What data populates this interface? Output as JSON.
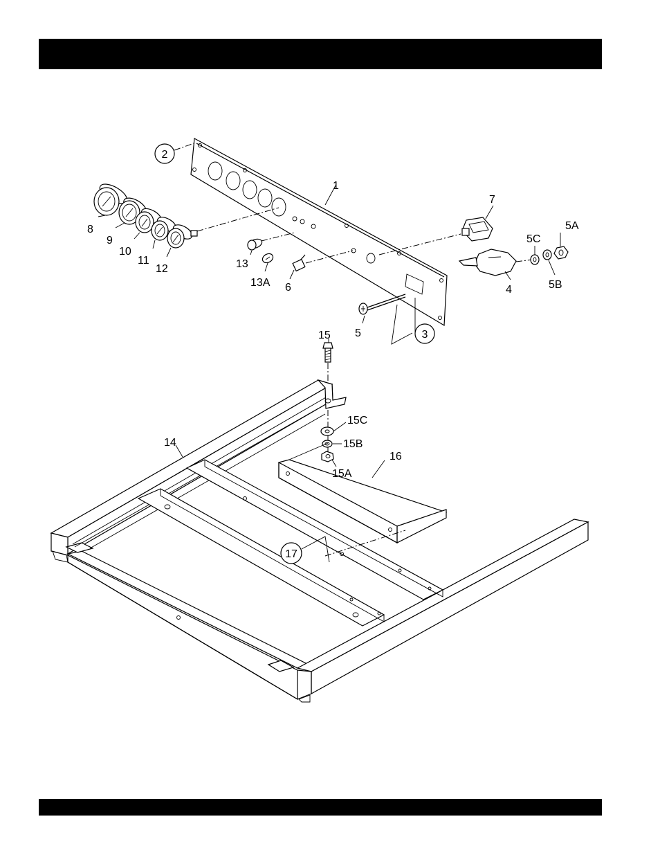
{
  "header": {
    "title": ""
  },
  "footer": {
    "text": ""
  },
  "callouts": {
    "c1": "1",
    "c2": "2",
    "c3": "3",
    "c4": "4",
    "c5": "5",
    "c5a": "5A",
    "c5b": "5B",
    "c5c": "5C",
    "c6": "6",
    "c7": "7",
    "c8": "8",
    "c9": "9",
    "c10": "10",
    "c11": "11",
    "c12": "12",
    "c13": "13",
    "c13a": "13A",
    "c14": "14",
    "c15": "15",
    "c15a": "15A",
    "c15b": "15B",
    "c15c": "15C",
    "c16": "16",
    "c17": "17"
  }
}
